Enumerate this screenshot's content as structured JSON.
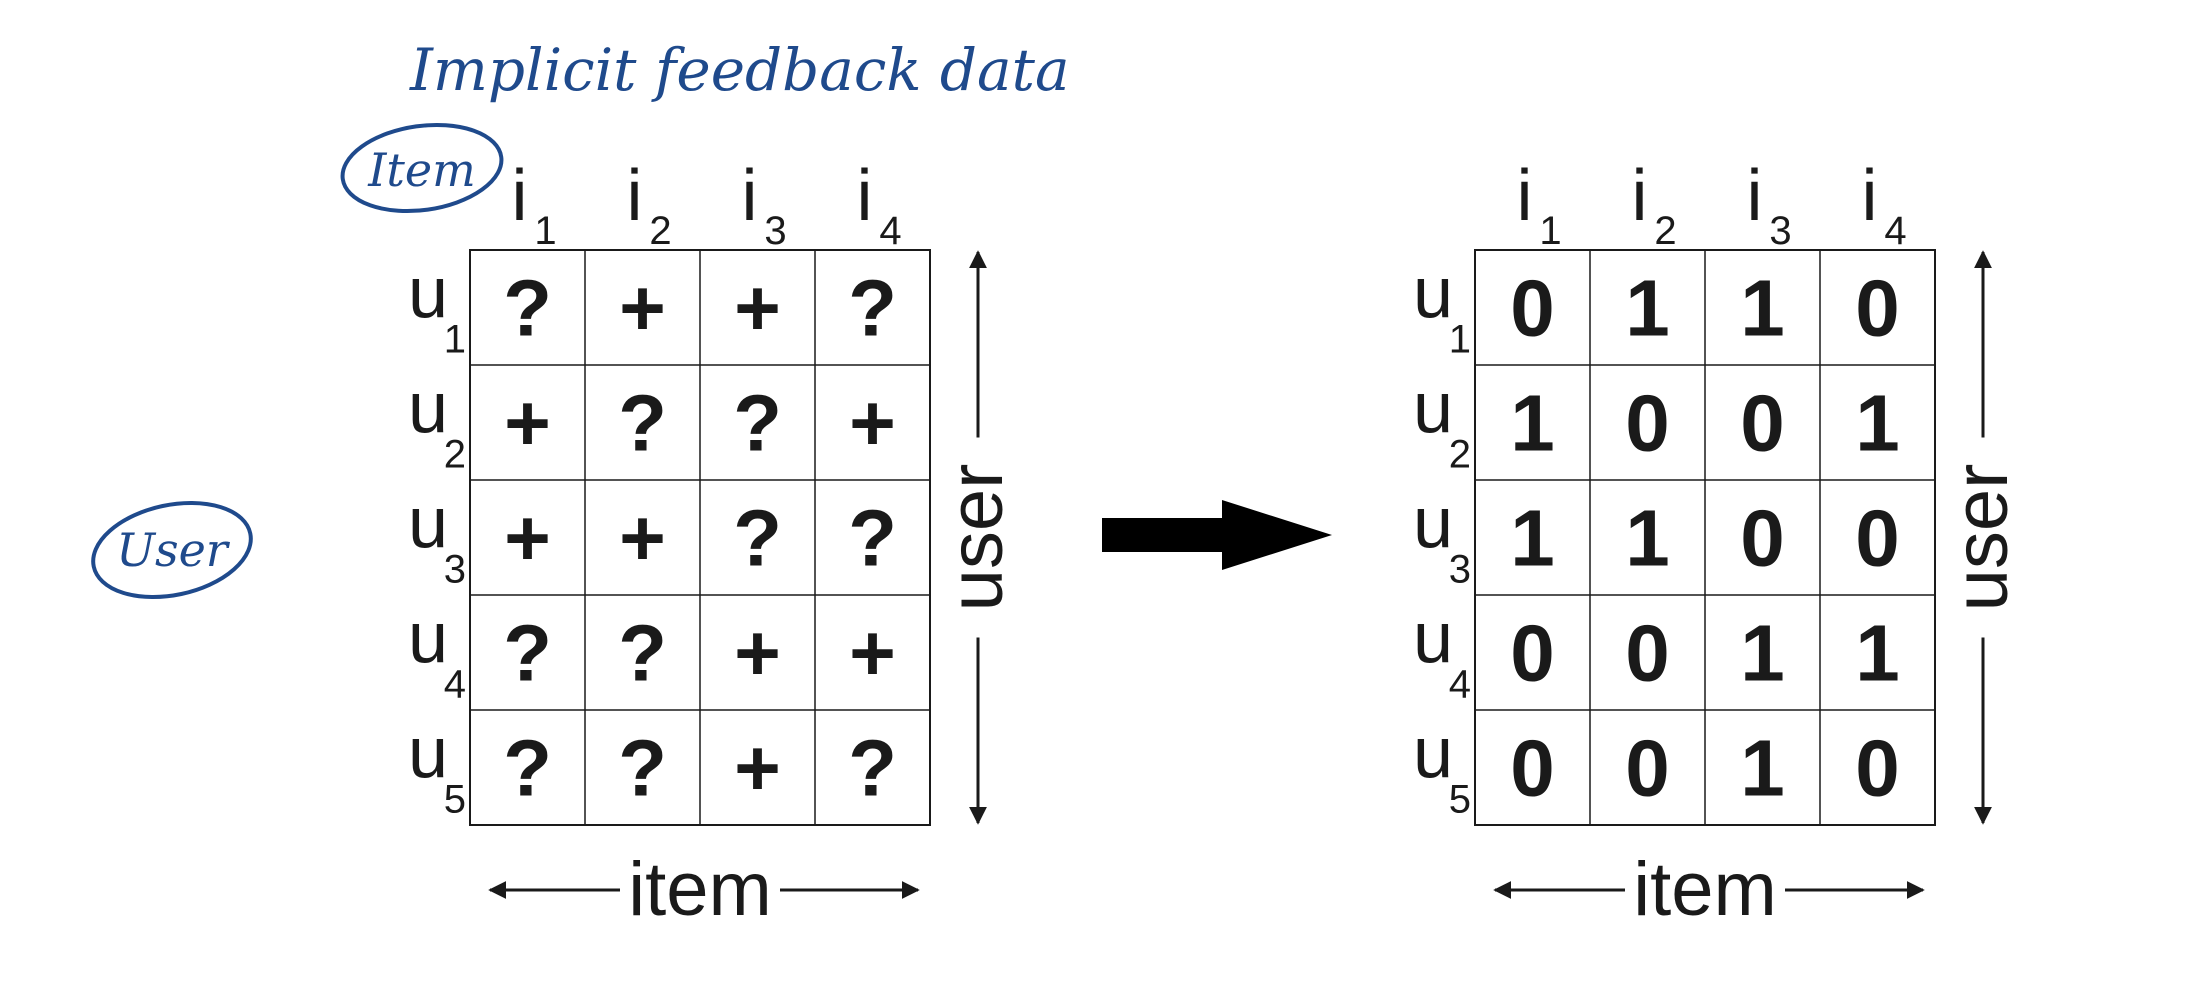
{
  "annotations": {
    "title": "Implicit feedback data",
    "item_note": "Item",
    "user_note": "User"
  },
  "item_labels": [
    {
      "base": "i",
      "sub": "1"
    },
    {
      "base": "i",
      "sub": "2"
    },
    {
      "base": "i",
      "sub": "3"
    },
    {
      "base": "i",
      "sub": "4"
    }
  ],
  "user_labels": [
    {
      "base": "u",
      "sub": "1"
    },
    {
      "base": "u",
      "sub": "2"
    },
    {
      "base": "u",
      "sub": "3"
    },
    {
      "base": "u",
      "sub": "4"
    },
    {
      "base": "u",
      "sub": "5"
    }
  ],
  "axis_labels": {
    "item": "item",
    "user": "user"
  },
  "feedback_matrix": [
    [
      "?",
      "+",
      "+",
      "?"
    ],
    [
      "+",
      "?",
      "?",
      "+"
    ],
    [
      "+",
      "+",
      "?",
      "?"
    ],
    [
      "?",
      "?",
      "+",
      "+"
    ],
    [
      "?",
      "?",
      "+",
      "?"
    ]
  ],
  "binary_matrix": [
    [
      "0",
      "1",
      "1",
      "0"
    ],
    [
      "1",
      "0",
      "0",
      "1"
    ],
    [
      "1",
      "1",
      "0",
      "0"
    ],
    [
      "0",
      "0",
      "1",
      "1"
    ],
    [
      "0",
      "0",
      "1",
      "0"
    ]
  ],
  "colors": {
    "ink": "#1a1a1a",
    "pen": "#1f4a8c"
  }
}
